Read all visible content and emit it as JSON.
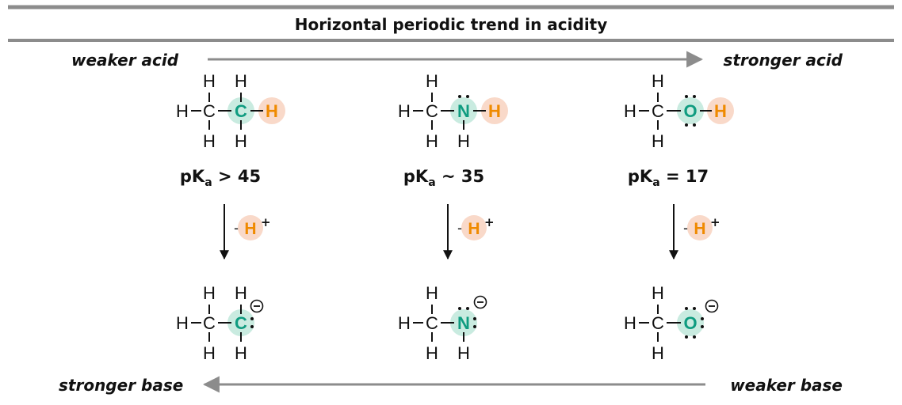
{
  "title": "Horizontal periodic trend in acidity",
  "acid_scale": {
    "left_label": "weaker acid",
    "right_label": "stronger acid"
  },
  "base_scale": {
    "left_label": "stronger base",
    "right_label": "weaker base"
  },
  "step_label": {
    "minus": "-",
    "proton_symbol": "H",
    "proton_charge": "+"
  },
  "atom_symbols": {
    "hydrogen": "H",
    "carbon": "C"
  },
  "acids": [
    {
      "center_symbol": "C",
      "pka_prefix": "pK",
      "pka_subscript": "a",
      "pka_relation": "> 45"
    },
    {
      "center_symbol": "N",
      "pka_prefix": "pK",
      "pka_subscript": "a",
      "pka_relation": "~ 35"
    },
    {
      "center_symbol": "O",
      "pka_prefix": "pK",
      "pka_subscript": "a",
      "pka_relation": "= 17"
    }
  ],
  "colors": {
    "heteroatom": "#0f9c80",
    "heteroatom_highlight": "#c9ebe0",
    "acidic_hydrogen": "#ef8a00",
    "acidic_hydrogen_highlight": "#f9d9c9",
    "rule": "#8c8c8c",
    "arrow_gray": "#8c8c8c"
  }
}
